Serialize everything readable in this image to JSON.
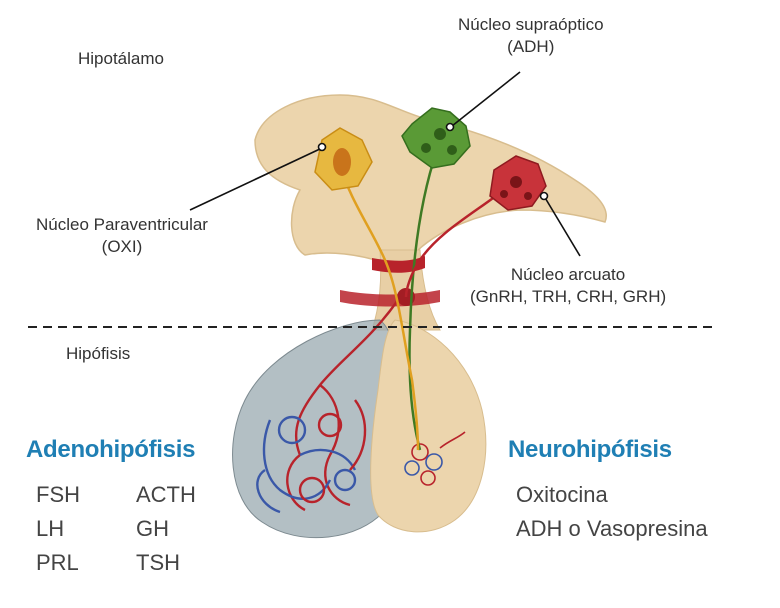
{
  "regions": {
    "top": "Hipotálamo",
    "bottom": "Hipófisis"
  },
  "nuclei": {
    "supraoptico": {
      "name": "Núcleo supraóptico",
      "hormone": "(ADH)"
    },
    "paraventricular": {
      "name": "Núcleo Paraventricular",
      "hormone": "(OXI)"
    },
    "arcuato": {
      "name": "Núcleo arcuato",
      "hormone": "(GnRH, TRH, CRH, GRH)"
    }
  },
  "adenohipofisis": {
    "title": "Adenohipófisis",
    "col1": [
      "FSH",
      "LH",
      "PRL"
    ],
    "col2": [
      "ACTH",
      "GH",
      "TSH"
    ]
  },
  "neurohipofisis": {
    "title": "Neurohipófisis",
    "items": [
      "Oxitocina",
      "ADH o Vasopresina"
    ]
  },
  "colors": {
    "heading": "#1f7fb4",
    "tissue": "#ecd5ad",
    "supraoptico_cell": "#4e8a2e",
    "paraventricular_cell": "#e0a020",
    "arcuato_cell": "#b8232b",
    "adeno_shade": "#8fa0aa"
  }
}
